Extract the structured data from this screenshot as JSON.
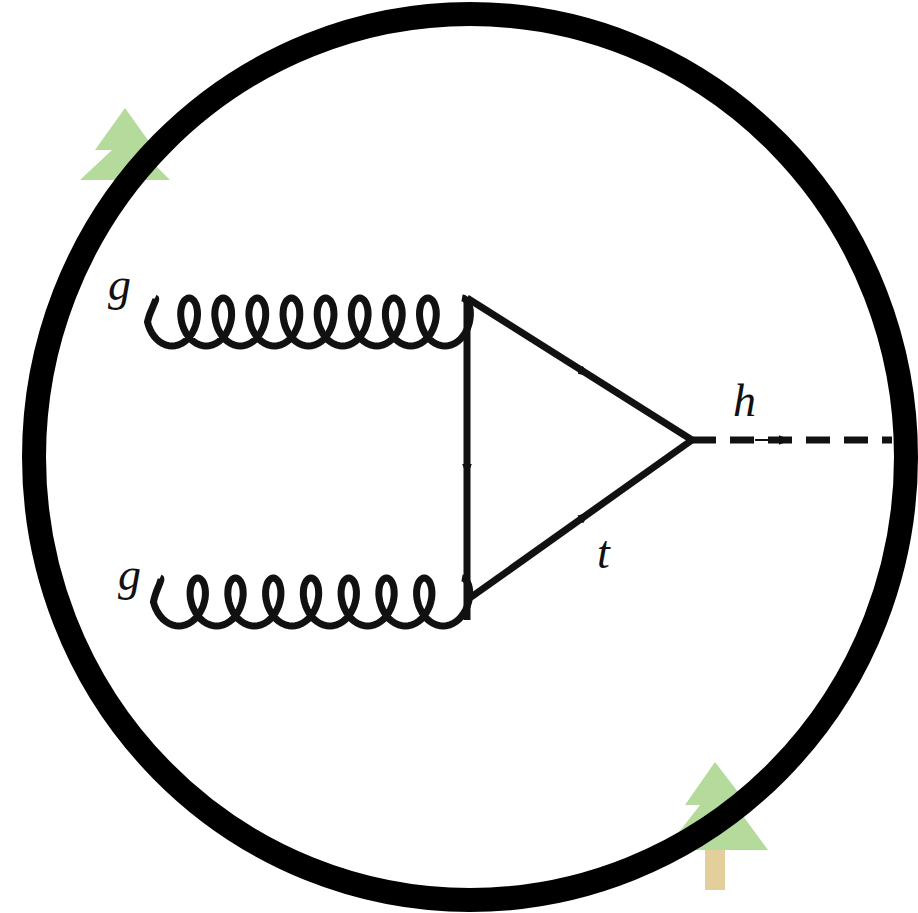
{
  "diagram": {
    "labels": [
      "g",
      "g",
      "h",
      "t"
    ]
  }
}
